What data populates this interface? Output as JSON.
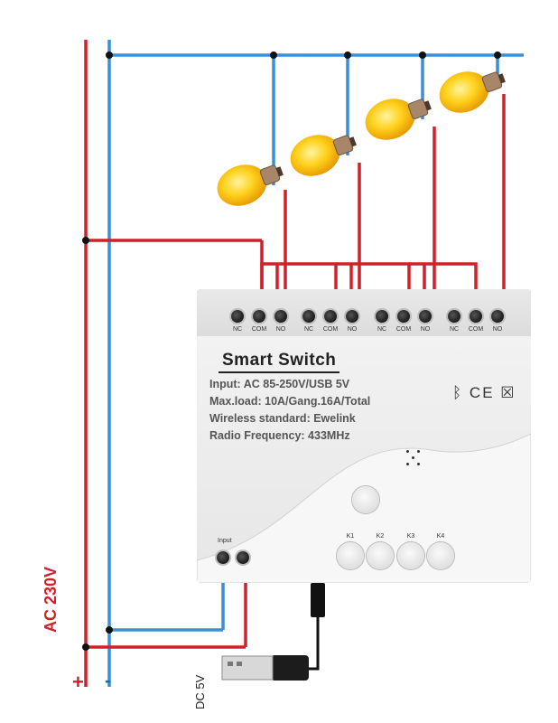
{
  "device": {
    "title": "Smart  Switch",
    "specs": [
      "Input: AC 85-250V/USB 5V",
      "Max.load: 10A/Gang.16A/Total",
      "Wireless standard: Ewelink",
      "Radio Frequency: 433MHz"
    ],
    "certifications": "ᛒ CE ☒",
    "terminal_labels": [
      "NC",
      "COM",
      "NO",
      "NC",
      "COM",
      "NO",
      "NC",
      "COM",
      "NO",
      "NC",
      "COM",
      "NO"
    ],
    "buttons": [
      "K1",
      "K2",
      "K3",
      "K4"
    ],
    "input_label": "Input"
  },
  "labels": {
    "ac": "AC 230V",
    "plus": "+",
    "minus": "-",
    "dc": "DC 5V"
  },
  "colors": {
    "live": "#d0202a",
    "neutral": "#3a8fd8",
    "bulb": "#f5b800"
  },
  "icons": [
    "bulb-icon",
    "usb-plug-icon",
    "bluetooth-icon",
    "weee-bin-icon"
  ]
}
